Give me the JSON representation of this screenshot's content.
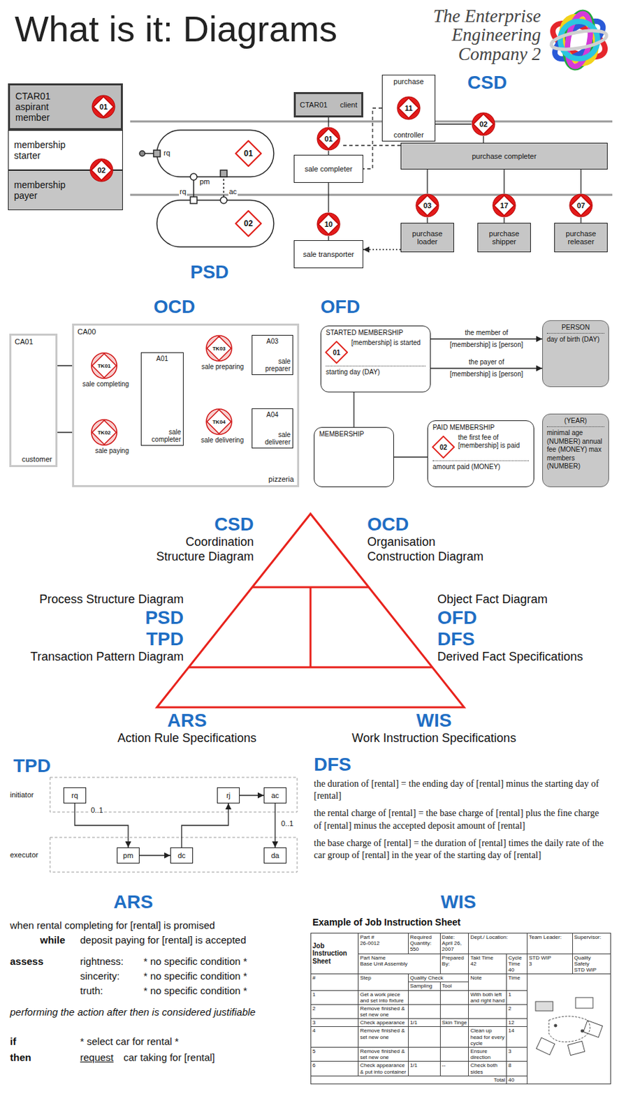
{
  "diagram": {
    "title": "What is it: Diagrams",
    "nodes": [
      {
        "text": [
          "CTAR01 aspirant member"
        ]
      },
      {
        "text": [
          "01"
        ],
        "in": 0
      },
      {
        "text": [
          "membership starter"
        ]
      },
      {
        "text": [
          "02"
        ]
      },
      {
        "text": [
          "membership payer"
        ]
      },
      {
        "text": [
          "01"
        ]
      },
      {
        "text": [
          "02"
        ]
      },
      {
        "text": [
          "CTAR01",
          "client"
        ]
      },
      {
        "text": [
          "01"
        ]
      },
      {
        "text": [
          "sale completer"
        ]
      },
      {
        "text": [
          "10"
        ]
      },
      {
        "text": [
          "sale transporter"
        ]
      },
      {
        "text": [
          "purchase",
          "controller"
        ]
      },
      {
        "text": [
          "11"
        ],
        "in": 12
      },
      {
        "text": [
          "02"
        ]
      },
      {
        "text": [
          "purchase completer"
        ]
      },
      {
        "text": [
          "03"
        ]
      },
      {
        "text": [
          "purchase loader"
        ]
      },
      {
        "text": [
          "17"
        ]
      },
      {
        "text": [
          "purchase shipper"
        ]
      },
      {
        "text": [
          "07"
        ]
      },
      {
        "text": [
          "purchase releaser"
        ]
      },
      {
        "text": [
          "CA01",
          "customer"
        ]
      },
      {
        "text": [
          "CA00",
          "pizzeria"
        ]
      },
      {
        "text": [
          "TK01",
          "sale completing"
        ],
        "in": 23
      },
      {
        "text": [
          "TK02",
          "sale paying"
        ],
        "in": 23
      },
      {
        "text": [
          "A01",
          "sale completer"
        ],
        "in": 23
      },
      {
        "text": [
          "TK03",
          "sale preparing"
        ],
        "in": 23
      },
      {
        "text": [
          "A03",
          "sale preparer"
        ],
        "in": 23
      },
      {
        "text": [
          "TK04",
          "sale delivering"
        ],
        "in": 23
      },
      {
        "text": [
          "A04",
          "sale deliverer"
        ],
        "in": 23
      },
      {
        "text": [
          "MEMBERSHIP"
        ]
      },
      {
        "text": [
          "STARTED MEMBERSHIP",
          "[membership] is started",
          "starting day (DAY)"
        ]
      },
      {
        "text": [
          "01"
        ],
        "in": 32
      },
      {
        "text": [
          "PAID MEMBERSHIP",
          "the first fee of [membership] is paid",
          "amount paid (MONEY)"
        ]
      },
      {
        "text": [
          "02"
        ],
        "in": 34
      },
      {
        "text": [
          "PERSON",
          "day of birth (DAY)"
        ]
      },
      {
        "text": [
          "(YEAR)",
          "minimal age (NUMBER) annual fee (MONEY) max members (NUMBER)"
        ]
      },
      {
        "text": [
          "rq"
        ]
      },
      {
        "text": [
          "pm"
        ]
      },
      {
        "text": [
          "dc"
        ]
      },
      {
        "text": [
          "ac"
        ]
      },
      {
        "text": [
          "rj"
        ]
      },
      {
        "text": [
          "da"
        ]
      }
    ],
    "edges": [
      {
        "from": 7,
        "to": 8,
        "arrow": "none"
      },
      {
        "from": 8,
        "to": 9,
        "arrow": "none"
      },
      {
        "from": 9,
        "to": 10,
        "arrow": "none"
      },
      {
        "from": 10,
        "to": 11,
        "arrow": "none"
      },
      {
        "from": 12,
        "to": 9,
        "arrow": "none"
      },
      {
        "from": 12,
        "to": 14,
        "arrow": "none"
      },
      {
        "from": 14,
        "to": 15,
        "arrow": "none"
      },
      {
        "from": 15,
        "to": 16,
        "arrow": "none"
      },
      {
        "from": 16,
        "to": 17,
        "arrow": "none"
      },
      {
        "from": 15,
        "to": 18,
        "arrow": "none"
      },
      {
        "from": 18,
        "to": 19,
        "arrow": "none"
      },
      {
        "from": 15,
        "to": 20,
        "arrow": "none"
      },
      {
        "from": 20,
        "to": 21,
        "arrow": "none"
      },
      {
        "from": 17,
        "to": 11,
        "arrow": "to"
      },
      {
        "from": 15,
        "to": 8,
        "arrow": "none"
      },
      {
        "from": 22,
        "to": 24,
        "arrow": "none"
      },
      {
        "from": 22,
        "to": 25,
        "arrow": "none"
      },
      {
        "from": 24,
        "to": 26,
        "arrow": "none"
      },
      {
        "from": 25,
        "to": 26,
        "arrow": "none"
      },
      {
        "from": 26,
        "to": 27,
        "arrow": "none"
      },
      {
        "from": 26,
        "to": 29,
        "arrow": "none"
      },
      {
        "from": 27,
        "to": 28,
        "arrow": "none"
      },
      {
        "from": 29,
        "to": 30,
        "arrow": "none"
      },
      {
        "from": 31,
        "to": 32,
        "arrow": "none"
      },
      {
        "from": 31,
        "to": 34,
        "arrow": "none"
      },
      {
        "from": 32,
        "to": 36,
        "arrow": "to",
        "label": "the member of"
      },
      {
        "from": 32,
        "to": 36,
        "arrow": "to",
        "label": "the payer of"
      },
      {
        "from": 38,
        "to": 39,
        "arrow": "to"
      },
      {
        "from": 39,
        "to": 40,
        "arrow": "to"
      },
      {
        "from": 40,
        "to": 42,
        "arrow": "to"
      },
      {
        "from": 42,
        "to": 41,
        "arrow": "to"
      },
      {
        "from": 41,
        "to": 43,
        "arrow": "to"
      }
    ],
    "labels": [
      "The Enterprise Engineering Company 2",
      "PSD",
      "rq",
      "pm",
      "rq",
      "ac",
      "CSD",
      "OCD",
      "OFD",
      "[membership] is [person]",
      "[membership] is [person]",
      "CSD",
      "Coordination Structure Diagram",
      "OCD",
      "Organisation Construction Diagram",
      "Process Structure Diagram",
      "PSD",
      "TPD",
      "Transaction Pattern Diagram",
      "Object Fact Diagram",
      "OFD",
      "DFS",
      "Derived Fact Specifications",
      "ARS",
      "Action Rule Specifications",
      "WIS",
      "Work Instruction Specifications",
      "TPD",
      "initiator",
      "executor",
      "0..1",
      "0..1",
      "DFS",
      "the duration of [rental] = the ending day of [rental] minus the starting day of [rental]",
      "the rental charge of [rental] = the base charge of [rental] plus the fine charge of [rental] minus the accepted deposit amount of [rental]",
      "the base charge of [rental] = the duration of [rental] times the daily rate of the car group of [rental] in the year of the starting day of [rental]",
      "ARS",
      "when rental completing for [rental] is promised",
      "while",
      "deposit paying for [rental] is accepted",
      "assess",
      "rightness:",
      "* no specific condition *",
      "sincerity:",
      "* no specific condition *",
      "truth:",
      "* no specific condition *",
      "performing the action after then is considered justifiable",
      "if",
      "then",
      "* select car for rental *",
      "request",
      "car taking for [rental]",
      "WIS",
      "Example of Job Instruction Sheet",
      "Job Instruction Sheet",
      "Part #",
      "26-0012",
      "Part Name",
      "Base Unit Assembly",
      "Required Quantity:",
      "550",
      "Date:",
      "April 26, 2007",
      "Dept./ Location:",
      "Prepared By:",
      "Team Leader:",
      "Supervisor:",
      "Takt Time",
      "42",
      "Cycle Time",
      "40",
      "STD WIP",
      "3",
      "Quality",
      "Safety",
      "STD WIP",
      "#",
      "Step",
      "Quality Check",
      "Sampling",
      "Tool",
      "Note",
      "Time",
      "1",
      "Get a work piece and set into fixture",
      "With both left and right hand",
      "1",
      "2",
      "Remove finished & set new one",
      "2",
      "3",
      "Check appearance",
      "1/1",
      "Skin Tinge",
      "12",
      "4",
      "Remove finished & set new one",
      "Clean up head for every cycle",
      "14",
      "5",
      "Remove finished & set new one",
      "Ensure direction",
      "3",
      "6",
      "Check appearance & put into container",
      "1/1",
      "--",
      "Check both sides",
      "8",
      "Total",
      "40"
    ]
  }
}
